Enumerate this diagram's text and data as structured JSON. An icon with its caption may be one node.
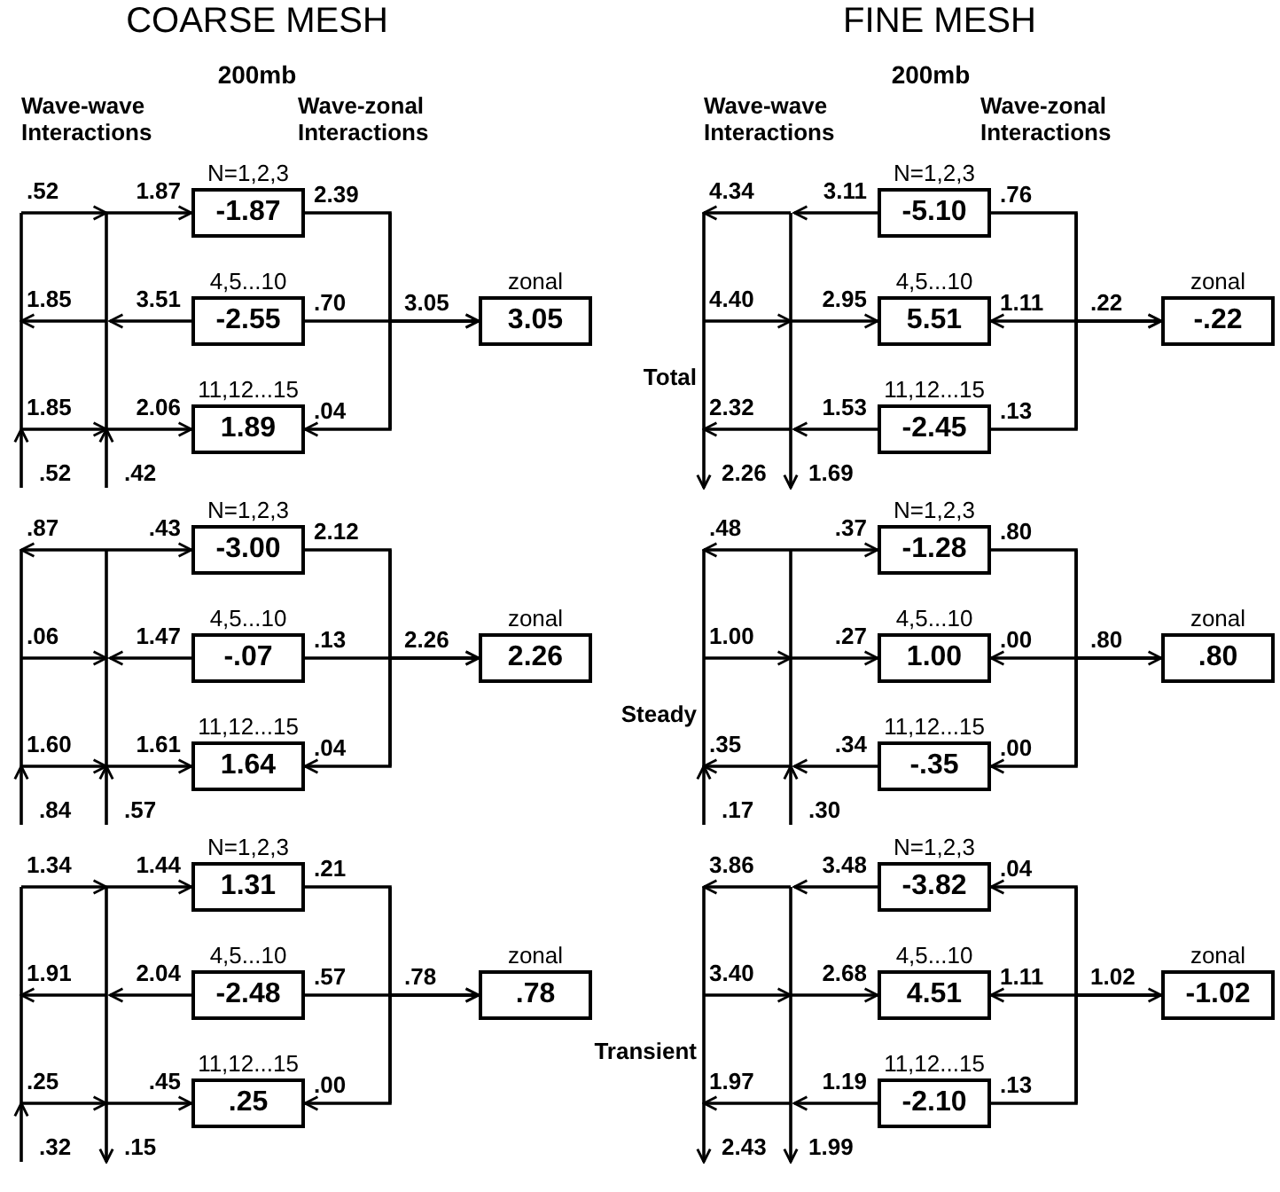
{
  "diagram": {
    "nodes": [
      {
        "text": [
          "N=1,2,3",
          "-1.87"
        ]
      },
      {
        "text": [
          "4,5...10",
          "-2.55"
        ]
      },
      {
        "text": [
          "11,12...15",
          "1.89"
        ]
      },
      {
        "text": [
          "zonal",
          "3.05"
        ]
      },
      {
        "text": [
          "N=1,2,3",
          "-3.00"
        ]
      },
      {
        "text": [
          "4,5...10",
          "-.07"
        ]
      },
      {
        "text": [
          "11,12...15",
          "1.64"
        ]
      },
      {
        "text": [
          "zonal",
          "2.26"
        ]
      },
      {
        "text": [
          "N=1,2,3",
          "1.31"
        ]
      },
      {
        "text": [
          "4,5...10",
          "-2.48"
        ]
      },
      {
        "text": [
          "11,12...15",
          ".25"
        ]
      },
      {
        "text": [
          "zonal",
          ".78"
        ]
      },
      {
        "text": [
          "N=1,2,3",
          "-5.10"
        ]
      },
      {
        "text": [
          "4,5...10",
          "5.51"
        ]
      },
      {
        "text": [
          "11,12...15",
          "-2.45"
        ]
      },
      {
        "text": [
          "zonal",
          "-.22"
        ]
      },
      {
        "text": [
          "N=1,2,3",
          "-1.28"
        ]
      },
      {
        "text": [
          "4,5...10",
          "1.00"
        ]
      },
      {
        "text": [
          "11,12...15",
          "-.35"
        ]
      },
      {
        "text": [
          "zonal",
          ".80"
        ]
      },
      {
        "text": [
          "N=1,2,3",
          "-3.82"
        ]
      },
      {
        "text": [
          "4,5...10",
          "4.51"
        ]
      },
      {
        "text": [
          "11,12...15",
          "-2.10"
        ]
      },
      {
        "text": [
          "zonal",
          "-1.02"
        ]
      }
    ],
    "edges": [
      {
        "from": null,
        "to": 0,
        "arrow": "to",
        "label": "1.87"
      },
      {
        "from": 0,
        "to": 3,
        "arrow": "to",
        "label": "2.39"
      },
      {
        "from": 1,
        "to": null,
        "arrow": "to",
        "label": "3.51"
      },
      {
        "from": 1,
        "to": 3,
        "arrow": "to",
        "label": ".70"
      },
      {
        "from": null,
        "to": 2,
        "arrow": "to",
        "label": "2.06"
      },
      {
        "from": 3,
        "to": 2,
        "arrow": "to",
        "label": ".04"
      },
      {
        "from": null,
        "to": 4,
        "arrow": "to",
        "label": ".43"
      },
      {
        "from": 4,
        "to": 7,
        "arrow": "to",
        "label": "2.12"
      },
      {
        "from": 5,
        "to": null,
        "arrow": "to",
        "label": "1.47"
      },
      {
        "from": 5,
        "to": 7,
        "arrow": "to",
        "label": ".13"
      },
      {
        "from": null,
        "to": 6,
        "arrow": "to",
        "label": "1.61"
      },
      {
        "from": 7,
        "to": 6,
        "arrow": "to",
        "label": ".04"
      },
      {
        "from": null,
        "to": 8,
        "arrow": "to",
        "label": "1.44"
      },
      {
        "from": 8,
        "to": 11,
        "arrow": "to",
        "label": ".21"
      },
      {
        "from": 9,
        "to": null,
        "arrow": "to",
        "label": "2.04"
      },
      {
        "from": 9,
        "to": 11,
        "arrow": "to",
        "label": ".57"
      },
      {
        "from": null,
        "to": 10,
        "arrow": "to",
        "label": ".45"
      },
      {
        "from": 11,
        "to": 10,
        "arrow": "to",
        "label": ".00"
      },
      {
        "from": 12,
        "to": null,
        "arrow": "to",
        "label": "3.11"
      },
      {
        "from": 12,
        "to": 15,
        "arrow": "to",
        "label": ".76"
      },
      {
        "from": null,
        "to": 13,
        "arrow": "to",
        "label": "2.95"
      },
      {
        "from": 15,
        "to": 13,
        "arrow": "to",
        "label": "1.11"
      },
      {
        "from": 14,
        "to": null,
        "arrow": "to",
        "label": "1.53"
      },
      {
        "from": 14,
        "to": 15,
        "arrow": "to",
        "label": ".13"
      },
      {
        "from": null,
        "to": 16,
        "arrow": "to",
        "label": ".37"
      },
      {
        "from": 16,
        "to": 19,
        "arrow": "to",
        "label": ".80"
      },
      {
        "from": null,
        "to": 17,
        "arrow": "to",
        "label": ".27"
      },
      {
        "from": 19,
        "to": 17,
        "arrow": "to",
        "label": ".00"
      },
      {
        "from": 18,
        "to": null,
        "arrow": "to",
        "label": ".34"
      },
      {
        "from": 19,
        "to": 18,
        "arrow": "to",
        "label": ".00"
      },
      {
        "from": 20,
        "to": null,
        "arrow": "to",
        "label": "3.48"
      },
      {
        "from": 23,
        "to": 20,
        "arrow": "to",
        "label": ".04"
      },
      {
        "from": null,
        "to": 21,
        "arrow": "to",
        "label": "2.68"
      },
      {
        "from": 23,
        "to": 21,
        "arrow": "to",
        "label": "1.11"
      },
      {
        "from": 22,
        "to": null,
        "arrow": "to",
        "label": "1.19"
      },
      {
        "from": 22,
        "to": 23,
        "arrow": "to",
        "label": ".13"
      }
    ],
    "labels": [
      "COARSE MESH",
      "FINE MESH",
      "200mb",
      "200mb",
      "Wave-wave Interactions",
      "Wave-zonal Interactions",
      "Wave-wave Interactions",
      "Wave-zonal Interactions",
      ".52",
      "1.85",
      "1.85",
      ".52",
      ".42",
      "3.05",
      ".87",
      ".06",
      "1.60",
      ".84",
      ".57",
      "2.26",
      "1.34",
      "1.91",
      ".25",
      ".32",
      ".15",
      ".78",
      "4.34",
      "4.40",
      "2.32",
      "2.26",
      "1.69",
      ".22",
      ".48",
      "1.00",
      ".35",
      ".17",
      ".30",
      ".80",
      "3.86",
      "3.40",
      "1.97",
      "2.43",
      "1.99",
      "1.02",
      "Total",
      "Steady",
      "Transient"
    ]
  }
}
